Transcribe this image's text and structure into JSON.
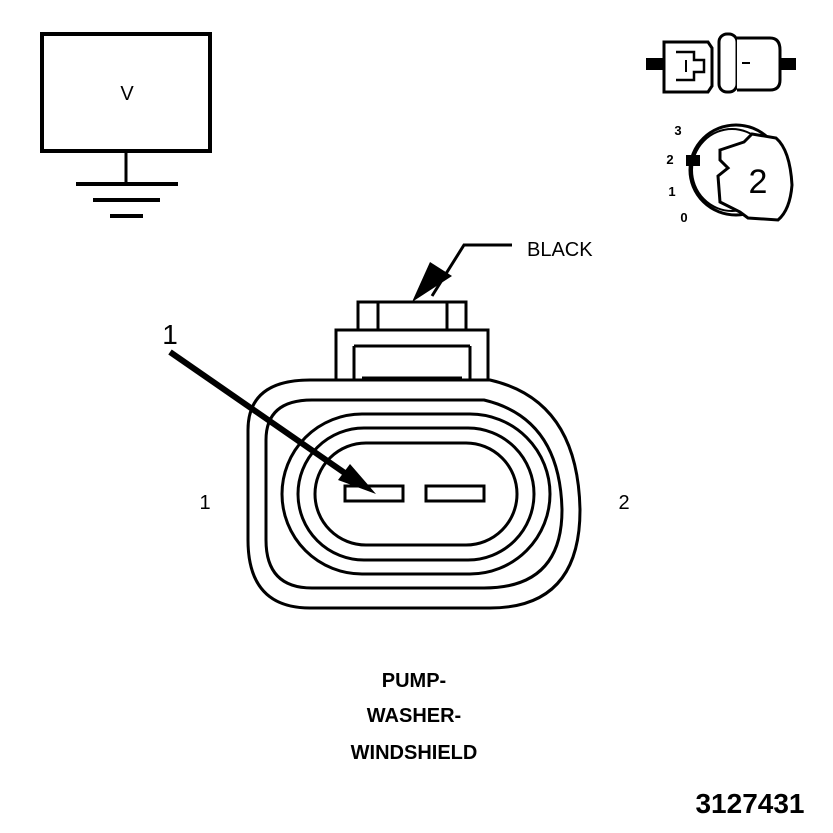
{
  "voltmeter": {
    "label": "V"
  },
  "key_position": {
    "labels": [
      "3",
      "2",
      "1",
      "0"
    ],
    "selected": "2"
  },
  "callouts": {
    "color_label": "BLACK",
    "terminal_callout": "1"
  },
  "terminals": {
    "left": "1",
    "right": "2"
  },
  "component_name": [
    "PUMP-",
    "WASHER-",
    "WINDSHIELD"
  ],
  "figure_number": "3127431",
  "colors": {
    "line": "#000000",
    "background": "#ffffff"
  }
}
